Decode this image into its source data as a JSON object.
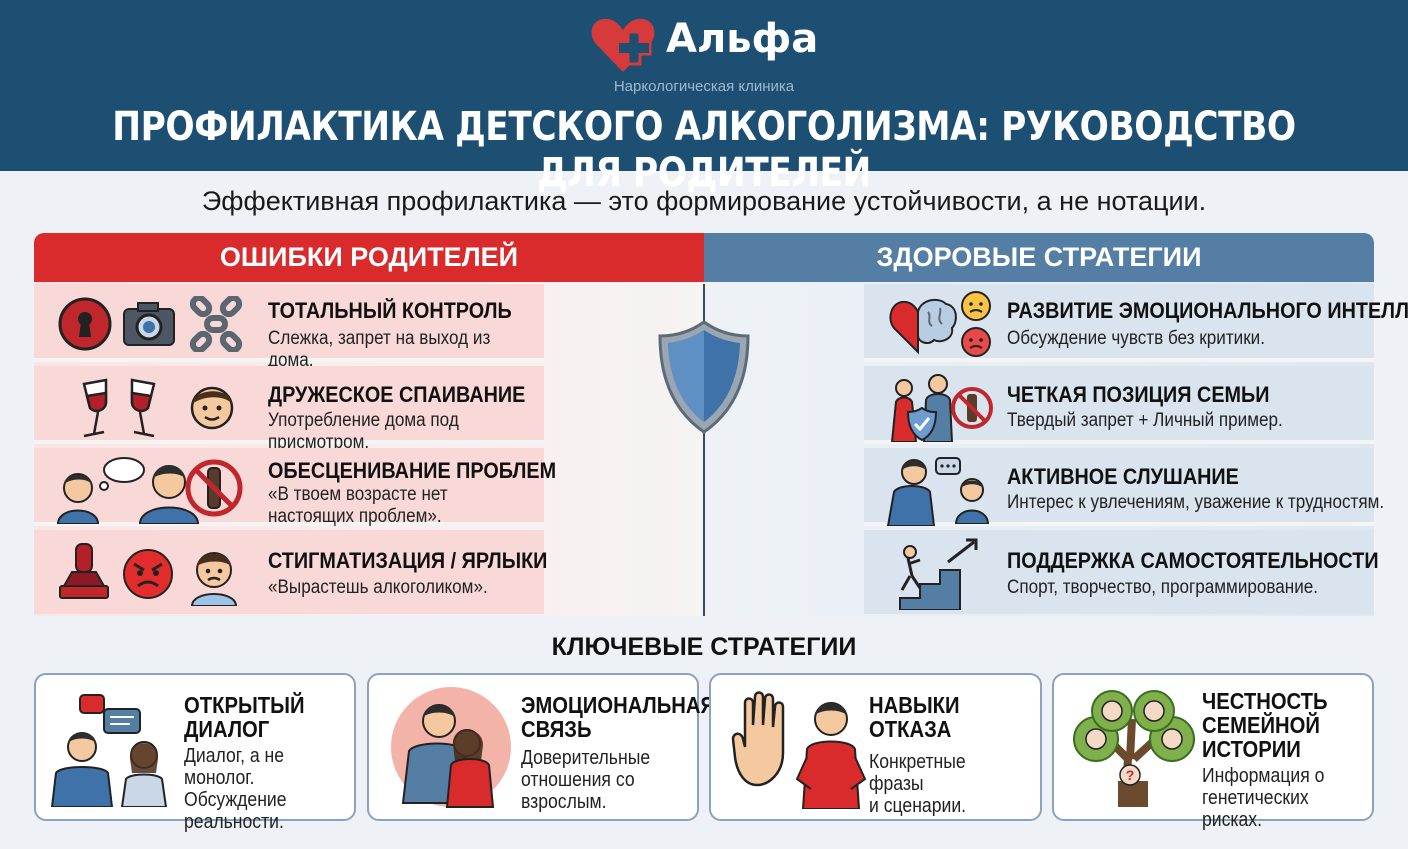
{
  "header": {
    "brand": "Альфа",
    "clinic_subtitle": "Наркологическая клиника",
    "title": "ПРОФИЛАКТИКА ДЕТСКОГО АЛКОГОЛИЗМА: РУКОВОДСТВО ДЛЯ РОДИТЕЛЕЙ"
  },
  "subtitle": "Эффективная профилактика — это формирование устойчивости, а не нотации.",
  "mistakes": {
    "heading": "ОШИБКИ РОДИТЕЛЕЙ",
    "items": [
      {
        "title": "ТОТАЛЬНЫЙ КОНТРОЛЬ",
        "desc": "Слежка, запрет на выход из дома.",
        "icons": [
          "keyhole-icon",
          "camera-icon",
          "chain-icon"
        ]
      },
      {
        "title": "ДРУЖЕСКОЕ СПАИВАНИЕ",
        "desc": "Употребление дома под присмотром.",
        "icons": [
          "wine-glasses-icon",
          "boy-face-icon"
        ]
      },
      {
        "title": "ОБЕСЦЕНИВАНИЕ ПРОБЛЕМ",
        "desc": "«В твоем возрасте нет настоящих проблем».",
        "icons": [
          "thinking-teen-icon",
          "parent-icon",
          "no-alcohol-icon"
        ]
      },
      {
        "title": "СТИГМАТИЗАЦИЯ / ЯРЛЫКИ",
        "desc": "«Вырастешь алкоголиком».",
        "icons": [
          "stamp-icon",
          "angry-face-icon",
          "sad-child-icon"
        ]
      }
    ]
  },
  "strategies": {
    "heading": "ЗДОРОВЫЕ СТРАТЕГИИ",
    "items": [
      {
        "title": "РАЗВИТИЕ ЭМОЦИОНАЛЬНОГО ИНТЕЛЛЕКТА",
        "desc": "Обсуждение чувств без критики.",
        "icons": [
          "heart-brain-icon",
          "emotions-icon"
        ]
      },
      {
        "title": "ЧЕТКАЯ ПОЗИЦИЯ СЕМЬИ",
        "desc": "Твердый запрет + Личный пример.",
        "icons": [
          "family-shield-icon",
          "no-alcohol-icon"
        ]
      },
      {
        "title": "АКТИВНОЕ СЛУШАНИЕ",
        "desc": "Интерес к увлечениям, уважение к трудностям.",
        "icons": [
          "listening-parent-icon",
          "child-icon"
        ]
      },
      {
        "title": "ПОДДЕРЖКА САМОСТОЯТЕЛЬНОСТИ",
        "desc": "Спорт, творчество, программирование.",
        "icons": [
          "stairs-growth-icon"
        ]
      }
    ]
  },
  "key": {
    "heading": "КЛЮЧЕВЫЕ СТРАТЕГИИ",
    "cards": [
      {
        "title": "ОТКРЫТЫЙ\nДИАЛОГ",
        "desc": "Диалог, а не монолог.\nОбсуждение\nреальности.",
        "icon": "dialogue-icon"
      },
      {
        "title": "ЭМОЦИОНАЛЬНАЯ\nСВЯЗЬ",
        "desc": "Доверительные\nотношения со\nвзрослым.",
        "icon": "hug-icon"
      },
      {
        "title": "НАВЫКИ\nОТКАЗА",
        "desc": "Конкретные фразы\nи сценарии.",
        "icon": "stop-hand-icon"
      },
      {
        "title": "ЧЕСТНОСТЬ\nСЕМЕЙНОЙ\nИСТОРИИ",
        "desc": "Информация о\nгенетических рисках.",
        "icon": "family-tree-icon"
      }
    ]
  },
  "colors": {
    "header_bg": "#1d4f73",
    "mistakes_red": "#d92b2b",
    "strategies_blue": "#547ea3"
  }
}
